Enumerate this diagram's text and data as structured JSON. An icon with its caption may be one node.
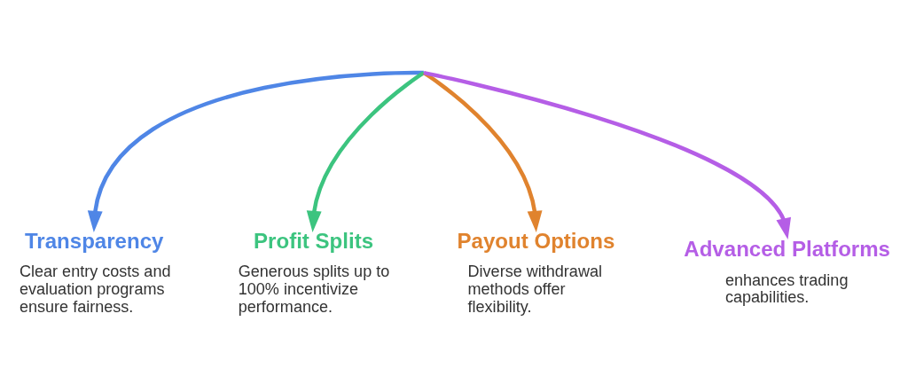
{
  "diagram": {
    "nodes": [
      {
        "text": [
          "Transparency",
          "Clear entry costs and evaluation programs ensure fairness."
        ]
      },
      {
        "text": [
          "Advanced Platforms",
          "enhances trading capabilities."
        ]
      },
      {
        "text": [
          "Profit Splits",
          "Generous splits up to 100% incentivize performance."
        ]
      },
      {
        "text": [
          "Payout Options",
          "Diverse withdrawal methods offer flexibility."
        ]
      }
    ],
    "edges": [
      {
        "from": null,
        "to": 0,
        "arrow": "to",
        "color": "#4f86e6"
      },
      {
        "from": null,
        "to": 2,
        "arrow": "to",
        "color": "#3cc47f"
      },
      {
        "from": null,
        "to": 3,
        "arrow": "to",
        "color": "#e0832e"
      },
      {
        "from": null,
        "to": 1,
        "arrow": "to",
        "color": "#b55ee6"
      }
    ]
  }
}
